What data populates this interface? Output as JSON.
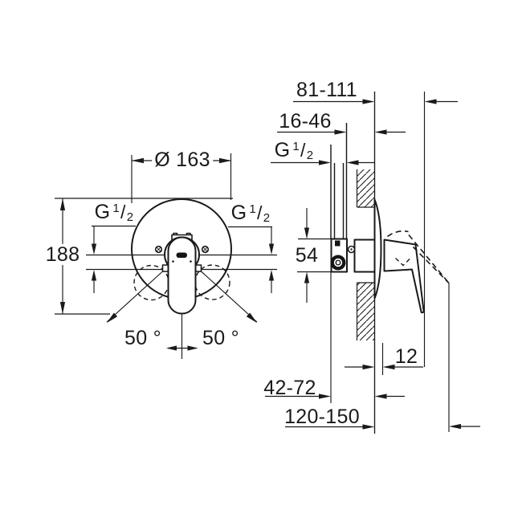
{
  "front_view": {
    "plate_diameter": "Ø 163",
    "overall_height": "188",
    "rotation_angle_left": "50 °",
    "rotation_angle_right": "50 °"
  },
  "side_view": {
    "min_max_depth": "81-111",
    "concealed_depth": "16-46",
    "body_height": "54",
    "plate_projection": "12",
    "supply_depth": "42-72",
    "overall_depth": "120-150"
  },
  "thread_label": {
    "base": "G",
    "numerator": "1",
    "slash": "/",
    "denominator": "2"
  }
}
